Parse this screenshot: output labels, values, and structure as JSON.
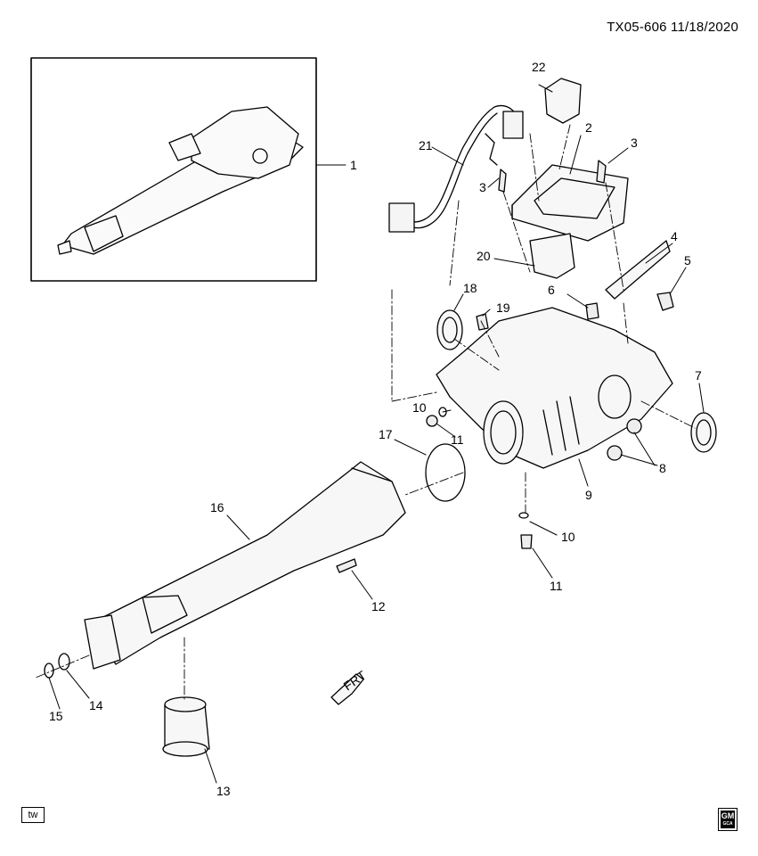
{
  "header": {
    "code": "TX05-606  11/18/2020"
  },
  "callouts": {
    "c1": "1",
    "c2": "2",
    "c3a": "3",
    "c3b": "3",
    "c4": "4",
    "c5": "5",
    "c6": "6",
    "c7": "7",
    "c8a": "8",
    "c8b": "8",
    "c9": "9",
    "c10a": "10",
    "c10b": "10",
    "c11a": "11",
    "c11b": "11",
    "c12": "12",
    "c13": "13",
    "c14": "14",
    "c15": "15",
    "c16": "16",
    "c17": "17",
    "c18": "18",
    "c19": "19",
    "c20": "20",
    "c21": "21",
    "c22": "22"
  },
  "direction_indicator": {
    "label": "FRT"
  },
  "footer": {
    "badge": "tw",
    "logo_text": "GM",
    "logo_subtext": "GCA"
  },
  "colors": {
    "line": "#000000",
    "background": "#ffffff",
    "fill": "#f2f2f2"
  }
}
